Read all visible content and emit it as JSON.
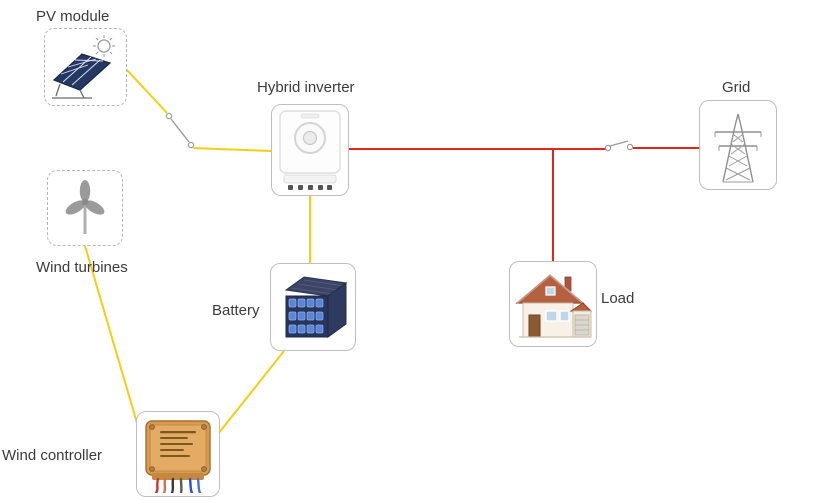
{
  "diagram": {
    "description": "Hybrid PV / wind power system single-line diagram",
    "nodes": {
      "pv_module": {
        "label": "PV module"
      },
      "wind_turbines": {
        "label": "Wind turbines"
      },
      "hybrid_inverter": {
        "label": "Hybrid inverter"
      },
      "battery": {
        "label": "Battery"
      },
      "wind_controller": {
        "label": "Wind controller"
      },
      "load": {
        "label": "Load"
      },
      "grid": {
        "label": "Grid"
      }
    },
    "colors": {
      "dc_line_yellow": "#f2cf12",
      "ac_line_red": "#e3261c",
      "box_border": "#bfbfbf",
      "text": "#3b3b3b"
    },
    "connections": [
      {
        "from": "pv_module",
        "to": "hybrid_inverter",
        "line": "yellow",
        "via": "disconnect-switch"
      },
      {
        "from": "hybrid_inverter",
        "to": "battery",
        "line": "yellow"
      },
      {
        "from": "wind_turbines",
        "to": "wind_controller",
        "line": "yellow"
      },
      {
        "from": "wind_controller",
        "to": "battery",
        "line": "yellow"
      },
      {
        "from": "hybrid_inverter",
        "to": "load",
        "line": "red"
      },
      {
        "from": "hybrid_inverter",
        "to": "grid",
        "line": "red",
        "via": "disconnect-switch"
      }
    ]
  }
}
